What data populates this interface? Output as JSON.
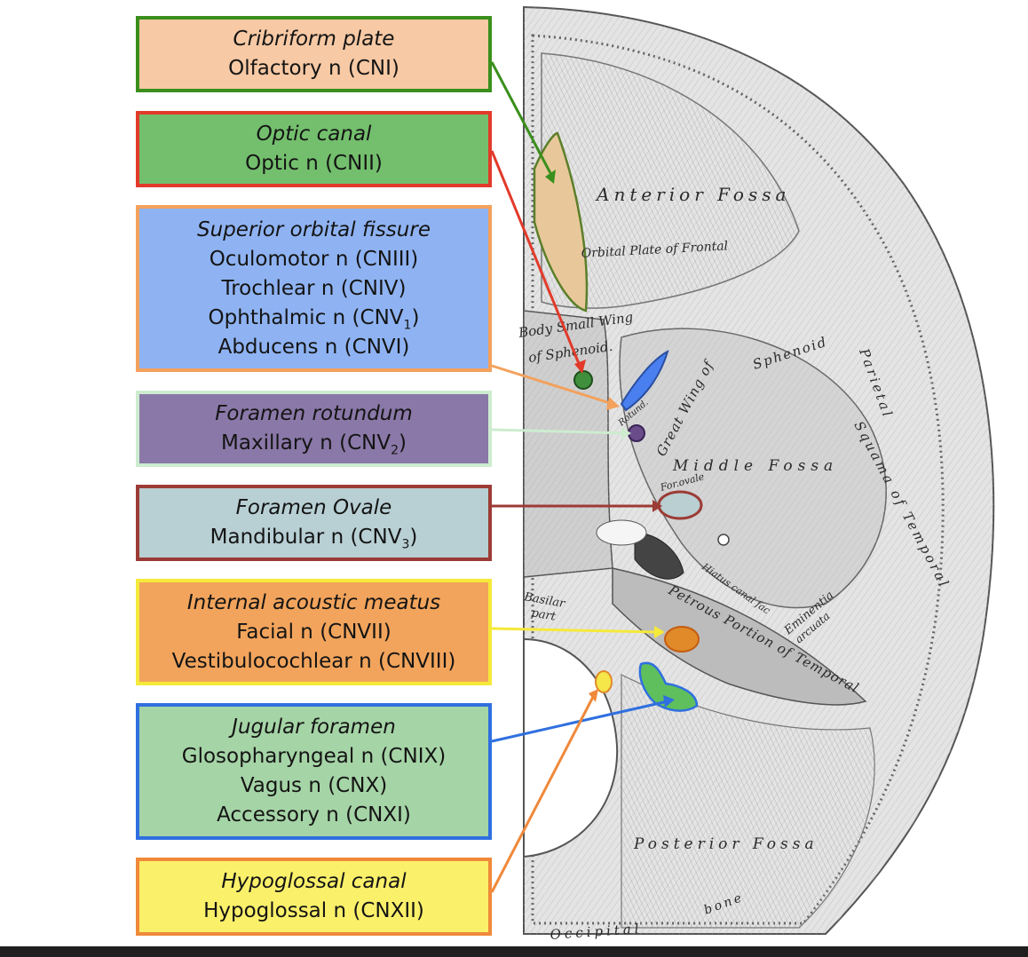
{
  "diagram": {
    "labels": [
      {
        "id": "cribriform-plate",
        "title": "Cribriform plate",
        "lines": [
          {
            "text": "Olfactory n (CNI)"
          }
        ],
        "fill": "#f7c9a4",
        "border": "#3a8f1c",
        "arrow": "#3a8f1c"
      },
      {
        "id": "optic-canal",
        "title": "Optic canal",
        "lines": [
          {
            "text": "Optic n (CNII)"
          }
        ],
        "fill": "#73bf6d",
        "border": "#e23a2a",
        "arrow": "#e23a2a"
      },
      {
        "id": "superior-orbital-fissure",
        "title": "Superior orbital fissure",
        "lines": [
          {
            "text": "Oculomotor n (CNIII)"
          },
          {
            "text": "Trochlear n (CNIV)"
          },
          {
            "text": "Ophthalmic n (CNV",
            "sub": "1",
            "tail": ")"
          },
          {
            "text": "Abducens n (CNVI)"
          }
        ],
        "fill": "#8fb3f2",
        "border": "#f3a15c",
        "arrow": "#f3a15c"
      },
      {
        "id": "foramen-rotundum",
        "title": "Foramen rotundum",
        "lines": [
          {
            "text": "Maxillary n (CNV",
            "sub": "2",
            "tail": ")"
          }
        ],
        "fill": "#8a78a8",
        "border": "#cdeccf",
        "arrow": "#cdeccf"
      },
      {
        "id": "foramen-ovale",
        "title": "Foramen Ovale",
        "lines": [
          {
            "text": "Mandibular n (CNV",
            "sub": "3",
            "tail": ")"
          }
        ],
        "fill": "#b8cfd4",
        "border": "#9c3b35",
        "arrow": "#9c3b35"
      },
      {
        "id": "internal-acoustic-meatus",
        "title": "Internal acoustic meatus",
        "lines": [
          {
            "text": "Facial n (CNVII)"
          },
          {
            "text": "Vestibulocochlear n (CNVIII)"
          }
        ],
        "fill": "#f2a45c",
        "border": "#f5e93a",
        "arrow": "#f5e93a"
      },
      {
        "id": "jugular-foramen",
        "title": "Jugular foramen",
        "lines": [
          {
            "text": "Glosopharyngeal n (CNIX)"
          },
          {
            "text": "Vagus n (CNX)"
          },
          {
            "text": "Accessory n (CNXI)"
          }
        ],
        "fill": "#a5d4a6",
        "border": "#2f6fe0",
        "arrow": "#2f6fe0"
      },
      {
        "id": "hypoglossal-canal",
        "title": "Hypoglossal canal",
        "lines": [
          {
            "text": "Hypoglossal n (CNXII)"
          }
        ],
        "fill": "#fbf06a",
        "border": "#f0893a",
        "arrow": "#f0893a"
      }
    ],
    "skull_text": [
      {
        "id": "anterior-fossa",
        "text": "Anterior Fossa"
      },
      {
        "id": "orbital-plate",
        "text": "Orbital Plate of Frontal"
      },
      {
        "id": "body-small-wing",
        "text": "Body  Small Wing"
      },
      {
        "id": "of-sphenoid",
        "text": "of Sphenoid."
      },
      {
        "id": "sphenoid",
        "text": "Sphenoid"
      },
      {
        "id": "great-wing",
        "text": "Great Wing of"
      },
      {
        "id": "parietal",
        "text": "Parietal"
      },
      {
        "id": "squama",
        "text": "Squama of Temporal"
      },
      {
        "id": "middle-fossa",
        "text": "Middle Fossa"
      },
      {
        "id": "basilar-part",
        "text": "Basilar"
      },
      {
        "id": "basilar-part-2",
        "text": "part"
      },
      {
        "id": "petrous-portion",
        "text": "Petrous Portion of Temporal"
      },
      {
        "id": "hiatus",
        "text": "Hiatus canal fac"
      },
      {
        "id": "eminentia",
        "text": "Eminentia"
      },
      {
        "id": "arcuata",
        "text": "arcuata"
      },
      {
        "id": "posterior-fossa",
        "text": "Posterior Fossa"
      },
      {
        "id": "occipital",
        "text": "Occipital"
      },
      {
        "id": "bone",
        "text": "bone"
      },
      {
        "id": "rotund",
        "text": "Rotund."
      },
      {
        "id": "for-ovale",
        "text": "For.ovale"
      }
    ],
    "colors": {
      "bone": "#dcdcdc",
      "bone_shade": "#9a9a9a",
      "ink": "#333333",
      "bottom_bar": "#1f1f1f"
    }
  }
}
